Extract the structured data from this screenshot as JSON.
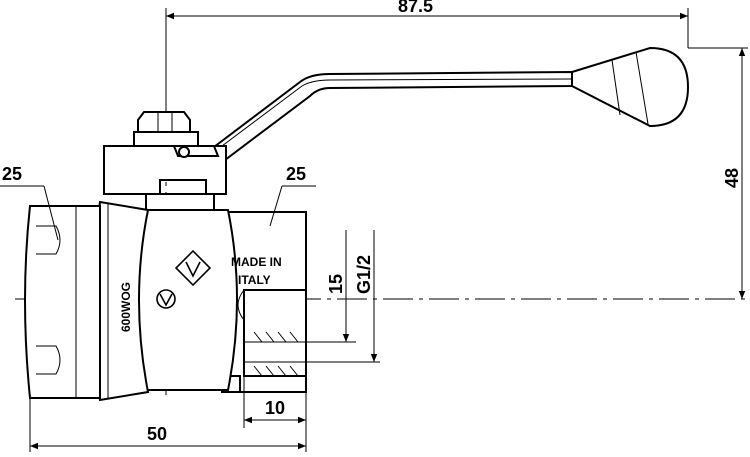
{
  "dimensions": {
    "overall_length": "87.5",
    "height": "48",
    "left_hex": "25",
    "right_hex": "25",
    "bore": "15",
    "thread": "G1/2",
    "thread_depth": "10",
    "body_length": "50"
  },
  "markings": {
    "pressure_rating": "600WOG",
    "origin_line1": "MADE IN",
    "origin_line2": "ITALY"
  },
  "icons": [
    "valve-logo-icon",
    "v-logo-icon"
  ]
}
